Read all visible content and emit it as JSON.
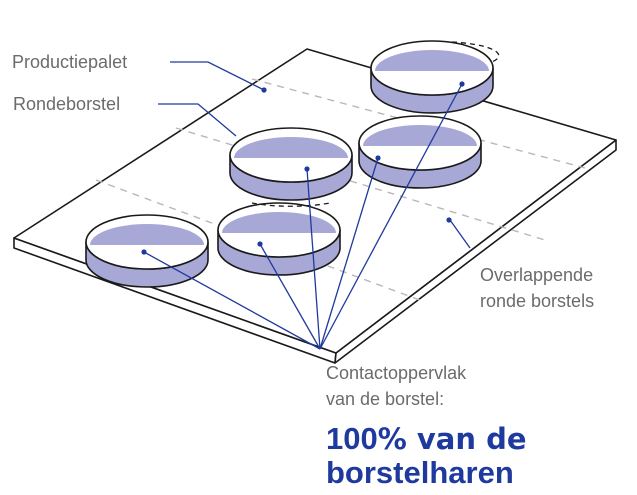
{
  "labels": {
    "pallet": "Productiepalet",
    "round_brush": "Rondeborstel",
    "overlap_line1": "Overlappende",
    "overlap_line2": "ronde borstels",
    "contact_line1": "Contactoppervlak",
    "contact_line2": "van de borstel:",
    "result_number": "100",
    "result_rest": "% van de",
    "result_line2": "borstelharen"
  },
  "colors": {
    "outline": "#1a1a1a",
    "brush_fill": "#a8a8d6",
    "callout": "#1f3a9e",
    "label_text": "#6b6b6b",
    "dashed": "#b8b8b8"
  }
}
